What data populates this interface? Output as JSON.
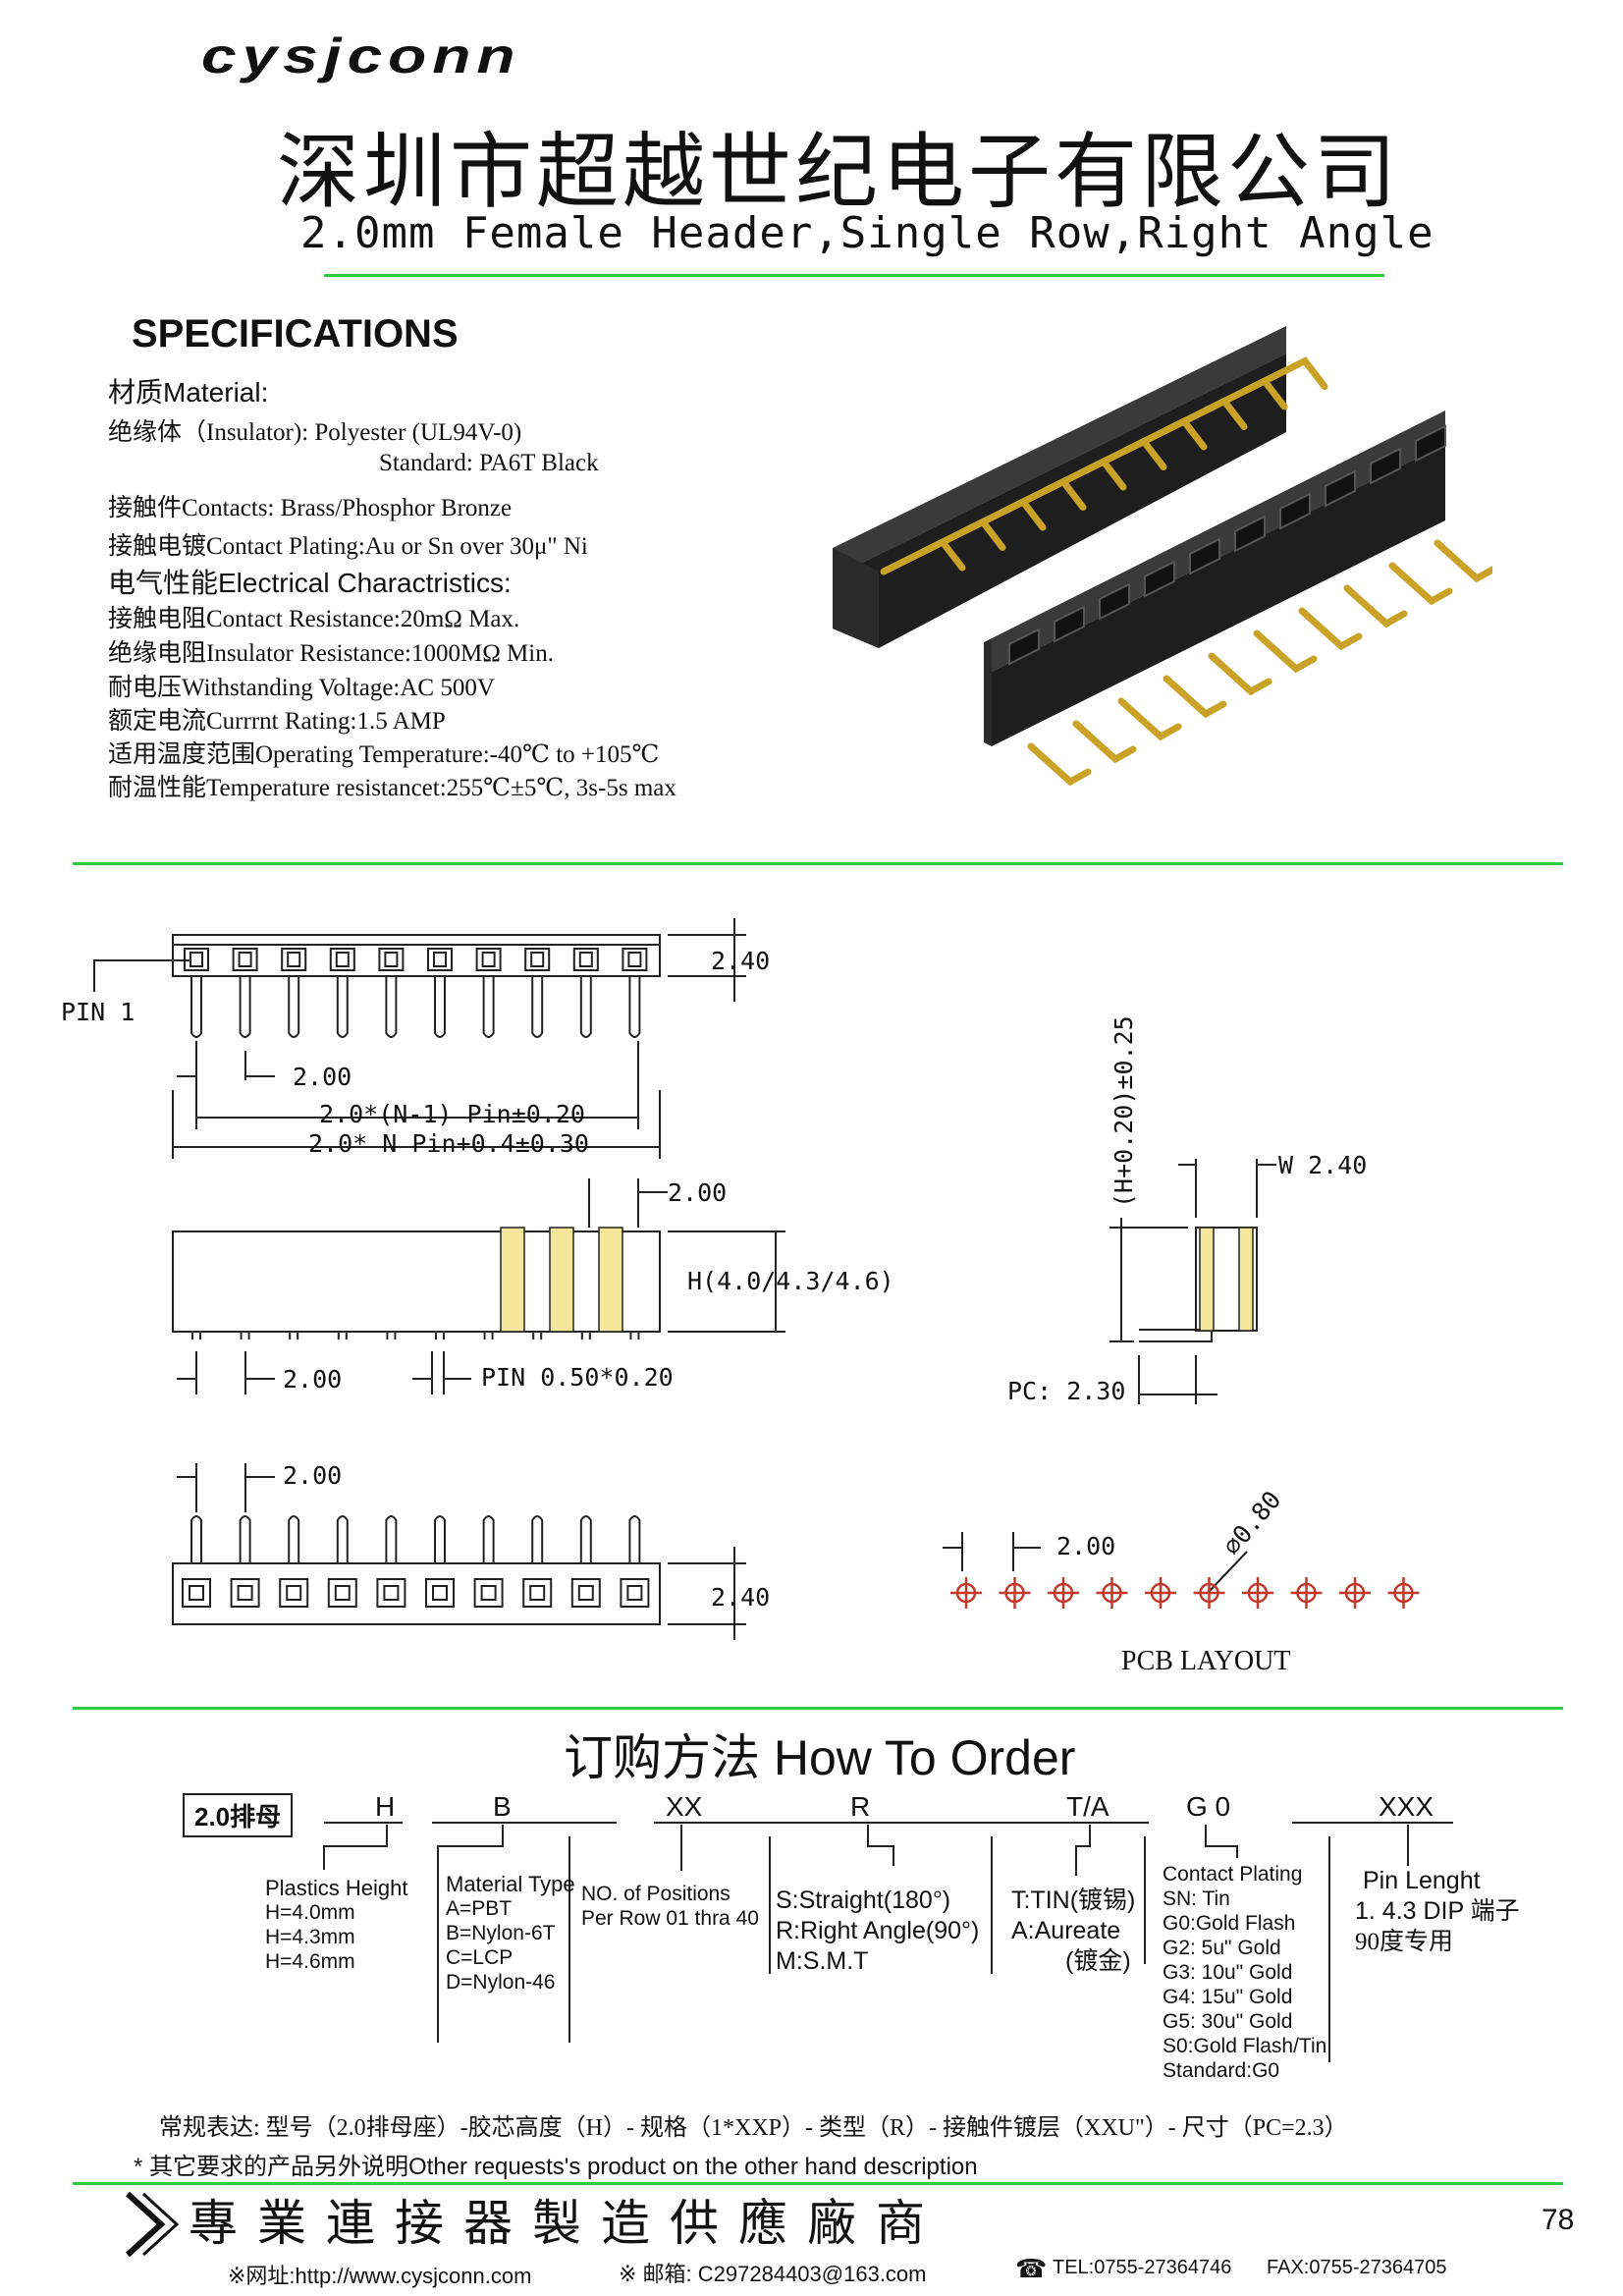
{
  "header": {
    "logo": "cysjconn",
    "company": "深圳市超越世纪电子有限公司",
    "subtitle": "2.0mm Female Header,Single Row,Right Angle"
  },
  "specs": {
    "heading": "SPECIFICATIONS",
    "material_title": "材质Material:",
    "insulator": "绝缘体（Insulator):  Polyester (UL94V-0)",
    "standard": "Standard: PA6T Black",
    "contacts": "接触件Contacts: Brass/Phosphor Bronze",
    "plating": "接触电镀Contact Plating:Au or Sn over 30μ\" Ni",
    "electrical_title": "电气性能Electrical Charactristics:",
    "resistance": "接触电阻Contact Resistance:20mΩ  Max.",
    "insulation": "绝缘电阻Insulator Resistance:1000MΩ  Min.",
    "voltage": "耐电压Withstanding Voltage:AC 500V",
    "current": "额定电流Currrnt Rating:1.5 AMP",
    "temperature": "适用温度范围Operating Temperature:-40℃ to +105℃",
    "temp_resist": "耐温性能Temperature resistancet:255℃±5℃, 3s-5s max"
  },
  "drawing": {
    "pin1": "PIN 1",
    "height": "2.40",
    "pitch": "2.00",
    "dim_n1": "2.0*(N-1) Pin±0.20",
    "dim_n": "2.0*  N  Pin+0.4±0.30",
    "pitch_top": "2.00",
    "h_label": "H(4.0/4.3/4.6)",
    "pitch_bottom": "2.00",
    "pin_size": "PIN  0.50*0.20",
    "pitch_bottom_view": "2.00",
    "height_bottom": "2.40",
    "side_height": "(H+0.20)±0.25",
    "side_w": "W  2.40",
    "side_pc": "PC: 2.30",
    "pcb_pitch": "2.00",
    "pcb_hole": "⌀0.80",
    "pcb_title": "PCB LAYOUT"
  },
  "order": {
    "title": "订购方法  How To Order",
    "code": "2.0排母",
    "c_h": "H",
    "c_b": "B",
    "c_xx": "XX",
    "c_r": "R",
    "c_ta": "T/A",
    "c_g0": "G 0",
    "c_xxx": "XXX",
    "height_lines": [
      "Plastics Height",
      "H=4.0mm",
      "H=4.3mm",
      "H=4.6mm"
    ],
    "material_lines": [
      "Material Type",
      "A=PBT",
      "B=Nylon-6T",
      "C=LCP",
      "D=Nylon-46"
    ],
    "positions_lines": [
      "NO. of Positions",
      "Per Row  01 thra 40"
    ],
    "type_lines": [
      "S:Straight(180°)",
      "R:Right Angle(90°)",
      "M:S.M.T"
    ],
    "tin_lines": [
      "T:TIN(镀锡)",
      "A:Aureate",
      "(镀金)"
    ],
    "plating_lines": [
      "Contact Plating",
      "SN: Tin",
      "G0:Gold Flash",
      "G2:  5u\" Gold",
      "G3: 10u\" Gold",
      "G4: 15u\" Gold",
      "G5: 30u\" Gold",
      "S0:Gold Flash/Tin",
      "Standard:G0"
    ],
    "length_lines": [
      "Pin Lenght",
      "1. 4.3 DIP 端子",
      "90度专用"
    ],
    "note1": "常规表达: 型号（2.0排母座）-胶芯高度（H）- 规格（1*XXP）- 类型（R）- 接触件镀层（XXU\"）- 尺寸（PC=2.3）",
    "note2": "* 其它要求的产品另外说明Other requests's product on the other hand description"
  },
  "footer": {
    "slogan": "專業連接器製造供應廠商",
    "page_num": "78",
    "website": "※网址:http://www.cysjconn.com",
    "email": "※ 邮箱: C297284403@163.com",
    "tel": "TEL:0755-27364746",
    "fax": "FAX:0755-27364705"
  }
}
